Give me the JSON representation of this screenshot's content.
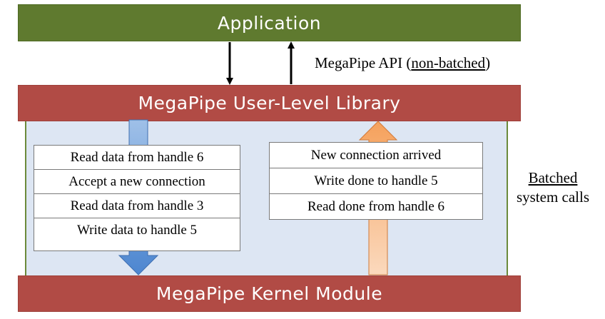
{
  "layers": {
    "application": "Application",
    "library": "MegaPipe User-Level Library",
    "kernel": "MegaPipe Kernel Module"
  },
  "api_label": {
    "prefix": "MegaPipe API (",
    "emphasis": "non-batched",
    "suffix": ")"
  },
  "batched_label": {
    "emphasis": "Batched",
    "rest": "system calls"
  },
  "down_calls": [
    "Read data from handle 6",
    "Accept a new connection",
    "Read data from handle 3",
    "Write data to handle 5"
  ],
  "up_events": [
    "New connection arrived",
    "Write done to handle 5",
    "Read done from handle 6"
  ],
  "colors": {
    "application": "#5f7a2f",
    "layer": "#b14b45",
    "panel": "#dde6f3",
    "down_arrow": "#5b8fd4",
    "up_arrow": "#f5a96a"
  }
}
